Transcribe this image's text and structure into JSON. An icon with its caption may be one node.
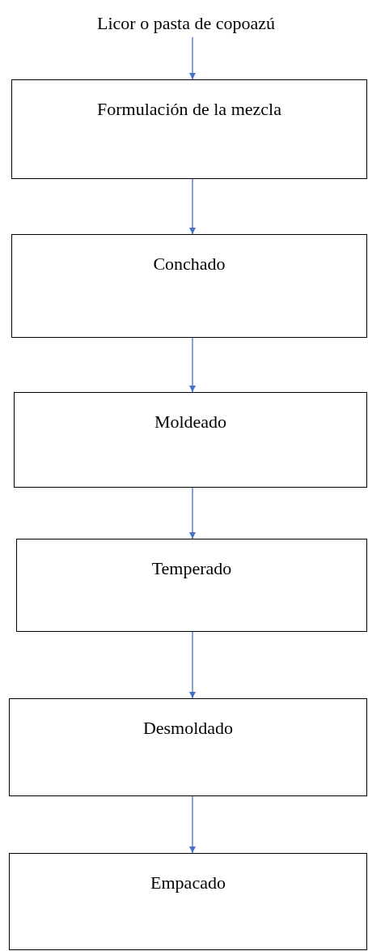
{
  "diagram": {
    "nodes": [
      {
        "text": [
          "Licor o pasta de copoazú"
        ]
      },
      {
        "text": [
          "Formulación de la mezcla"
        ]
      },
      {
        "text": [
          "Conchado"
        ]
      },
      {
        "text": [
          "Moldeado"
        ]
      },
      {
        "text": [
          "Temperado"
        ]
      },
      {
        "text": [
          "Desmoldado"
        ]
      },
      {
        "text": [
          "Empacado"
        ]
      }
    ],
    "edges": [
      {
        "from": 0,
        "to": 1,
        "arrow": "to"
      },
      {
        "from": 1,
        "to": 2,
        "arrow": "to"
      },
      {
        "from": 2,
        "to": 3,
        "arrow": "to"
      },
      {
        "from": 3,
        "to": 4,
        "arrow": "to"
      },
      {
        "from": 4,
        "to": 5,
        "arrow": "to"
      },
      {
        "from": 5,
        "to": 6,
        "arrow": "to"
      }
    ]
  }
}
